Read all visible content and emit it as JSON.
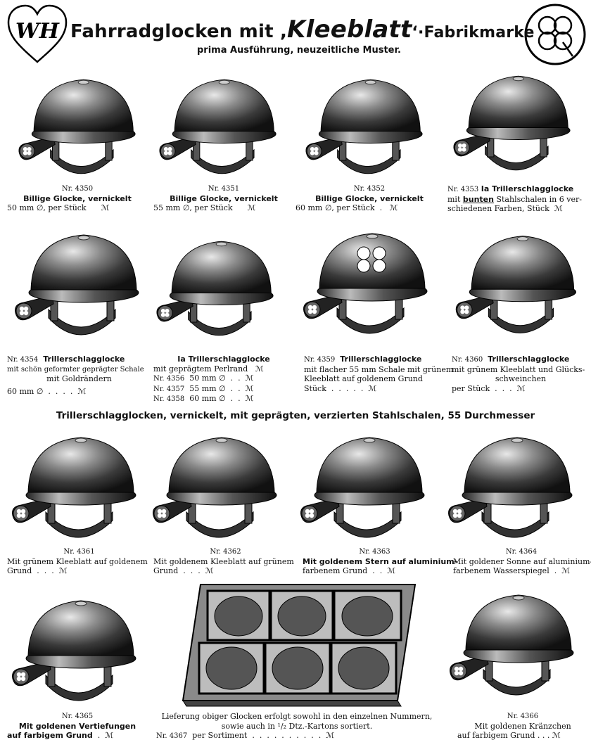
{
  "header": {
    "title_pre": "Fahrradglocken mit ,",
    "brand": "Kleeblatt",
    "title_post": "‘·Fabrikmarke",
    "subtitle": "prima Ausführung, neuzeitliche Muster.",
    "logo_letters": "WH"
  },
  "section_heading": "Trillerschlagglocken, vernickelt, mit geprägten, verzierten Stahlschalen, 55 Durchmesser",
  "currency": "ℳ",
  "items": [
    {
      "nr": "Nr. 4350",
      "title": "Billige Glocke, vernickelt",
      "spec": "50 mm ∅, per Stück"
    },
    {
      "nr": "Nr. 4351",
      "title": "Billige Glocke, vernickelt",
      "spec": "55 mm ∅, per Stück"
    },
    {
      "nr": "Nr. 4352",
      "title": "Billige Glocke, vernickelt",
      "spec": "60 mm ∅, per Stück"
    },
    {
      "nr": "Nr. 4353",
      "title": "Ia Trillerschlagglocke",
      "line2_pre": "mit",
      "line2_bold": "bunten",
      "line2_post": "Stahlschalen in 6 ver-",
      "line3": "schiedenen Farben, Stück"
    },
    {
      "nr": "Nr. 4354",
      "title": "Trillerschlagglocke",
      "line2": "mit schön geformter geprägter Schale",
      "line3": "mit Goldrändern",
      "spec": "60 mm ∅"
    },
    {
      "title": "Ia Trillerschlagglocke",
      "line2": "mit geprägtem Perlrand",
      "variants": [
        {
          "nr": "Nr. 4356",
          "size": "50 mm ∅"
        },
        {
          "nr": "Nr. 4357",
          "size": "55 mm ∅"
        },
        {
          "nr": "Nr. 4358",
          "size": "60 mm ∅"
        }
      ]
    },
    {
      "nr": "Nr. 4359",
      "title": "Trillerschlagglocke",
      "line2": "mit flacher 55 mm Schale mit grünem",
      "line3": "Kleeblatt auf goldenem Grund",
      "line4": "Stück"
    },
    {
      "nr": "Nr. 4360",
      "title": "Trillerschlagglocke",
      "line2": "mit grünem Kleeblatt und Glücks-",
      "line3": "schweinchen",
      "line4": "per Stück"
    },
    {
      "nr": "Nr. 4361",
      "line2": "Mit grünem Kleeblatt auf goldenem",
      "line3": "Grund"
    },
    {
      "nr": "Nr. 4362",
      "line2": "Mit goldenem Kleeblatt auf grünem",
      "line3": "Grund"
    },
    {
      "nr": "Nr. 4363",
      "line2": "Mit goldenem Stern auf aluminium-",
      "line3": "farbenem Grund"
    },
    {
      "nr": "Nr. 4364",
      "line2": "Mit goldener Sonne auf aluminium-",
      "line3": "farbenem Wasserspiegel"
    },
    {
      "nr": "Nr. 4365",
      "line2": "Mit goldenen Vertiefungen",
      "line3": "auf farbigem Grund"
    },
    {
      "nr": "Nr. 4367",
      "line2": "Lieferung obiger Glocken erfolgt sowohl in den einzelnen Nummern,",
      "line3": "sowie auch in ¹/₂ Dtz.-Kartons sortiert.",
      "line4": "per Sortiment"
    },
    {
      "nr": "Nr. 4366",
      "line2": "Mit goldenen Kränzchen",
      "line3": "auf farbigem Grund"
    }
  ]
}
